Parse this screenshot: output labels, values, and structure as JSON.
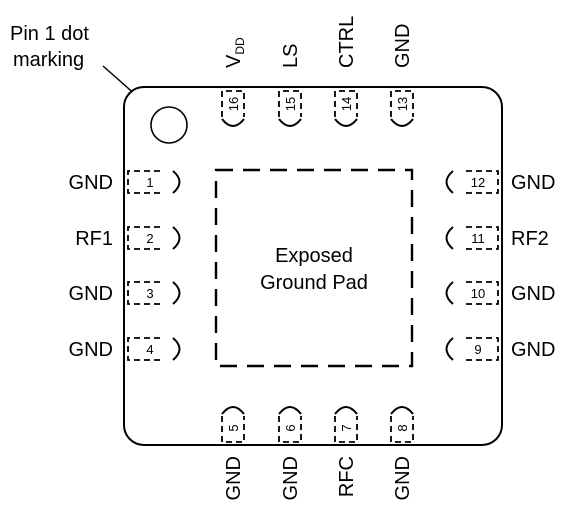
{
  "annotation": {
    "line1": "Pin 1 dot",
    "line2": "marking"
  },
  "center_pad": {
    "line1": "Exposed",
    "line2": "Ground Pad"
  },
  "pins": [
    {
      "number": "1",
      "signal": "GND"
    },
    {
      "number": "2",
      "signal": "RF1"
    },
    {
      "number": "3",
      "signal": "GND"
    },
    {
      "number": "4",
      "signal": "GND"
    },
    {
      "number": "5",
      "signal": "GND"
    },
    {
      "number": "6",
      "signal": "GND"
    },
    {
      "number": "7",
      "signal": "RFC"
    },
    {
      "number": "8",
      "signal": "GND"
    },
    {
      "number": "9",
      "signal": "GND"
    },
    {
      "number": "10",
      "signal": "GND"
    },
    {
      "number": "11",
      "signal": "RF2"
    },
    {
      "number": "12",
      "signal": "GND"
    },
    {
      "number": "13",
      "signal": "GND"
    },
    {
      "number": "14",
      "signal": "CTRL"
    },
    {
      "number": "15",
      "signal": "LS"
    },
    {
      "number": "16",
      "signal": "V",
      "signal_subscript": "DD"
    }
  ],
  "colors": {
    "outline": "#000000",
    "background": "#ffffff"
  }
}
